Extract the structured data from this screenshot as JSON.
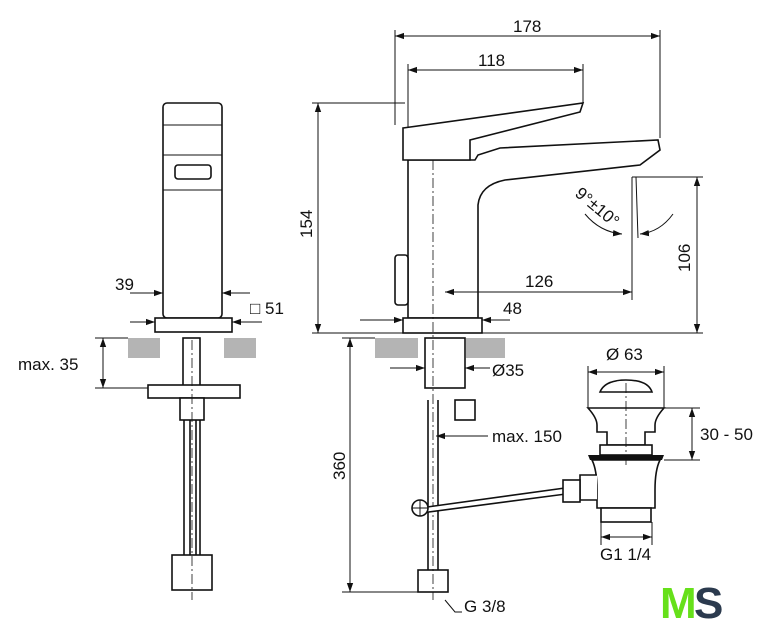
{
  "drawing": {
    "front_view": {
      "dim_width_body": "39",
      "dim_base_square": "□ 51",
      "dim_max_counter": "max. 35"
    },
    "side_view": {
      "dim_total_length": "178",
      "dim_lever_length": "118",
      "dim_total_height": "154",
      "dim_spout_height": "106",
      "dim_spout_reach": "126",
      "dim_base_depth": "48",
      "dim_tilt_angle": "9°±10°",
      "dim_hole_diameter": "Ø35",
      "dim_hose_length": "360",
      "dim_max_offset": "max. 150",
      "dim_hose_thread": "G 3/8"
    },
    "drain_view": {
      "dim_plug_diameter": "Ø 63",
      "dim_plug_range": "30 - 50",
      "dim_drain_thread": "G1 1/4"
    }
  },
  "logo": {
    "text_left": "M",
    "text_right": "S",
    "color_left": "#66e01a",
    "color_right": "#2b3a4e"
  }
}
